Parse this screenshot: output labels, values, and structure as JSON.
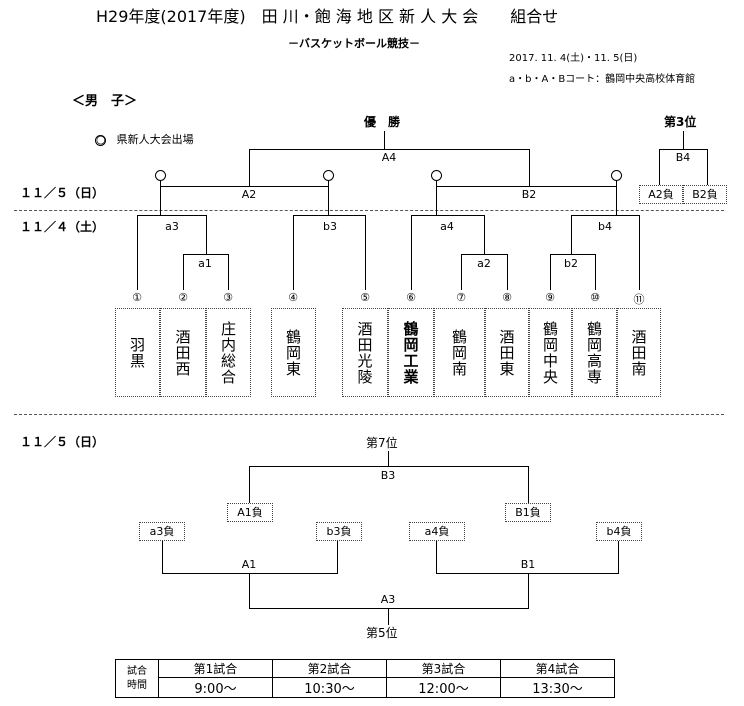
{
  "header": {
    "title": "H29年度(2017年度)　田 川・飽 海 地 区 新 人 大 会　　組合せ",
    "subtitle": "－バスケットボール競技－",
    "dates": "2017. 11. 4(土)・11. 5(日)",
    "venue": "a・b・A・Bコート：鶴岡中央高校体育館"
  },
  "section": "＜男　子＞",
  "legend": "○　県新人大会出場",
  "days": {
    "day1": "１１／５（日）",
    "day2": "１１／４（土）",
    "day3": "１１／５（日）"
  },
  "bracket": {
    "winner": "優　勝",
    "third": "第3位",
    "final": "A4",
    "semi_left": "A2",
    "semi_right": "B2",
    "third_match": "B4",
    "third_left": "A2負",
    "third_right": "B2負",
    "matches": {
      "a3": "a3",
      "a1": "a1",
      "b3": "b3",
      "a4": "a4",
      "a2": "a2",
      "b4": "b4",
      "b2": "b2"
    }
  },
  "teams": [
    {
      "num": "①",
      "name": "羽黒"
    },
    {
      "num": "②",
      "name": "酒田西"
    },
    {
      "num": "③",
      "name": "庄内総合"
    },
    {
      "num": "④",
      "name": "鶴岡東"
    },
    {
      "num": "⑤",
      "name": "酒田光陵"
    },
    {
      "num": "⑥",
      "name": "鶴岡工業"
    },
    {
      "num": "⑦",
      "name": "鶴岡南"
    },
    {
      "num": "⑧",
      "name": "酒田東"
    },
    {
      "num": "⑨",
      "name": "鶴岡中央"
    },
    {
      "num": "⑩",
      "name": "鶴岡高専"
    },
    {
      "num": "⑪",
      "name": "酒田南"
    }
  ],
  "consolation": {
    "seventh": "第7位",
    "b3": "B3",
    "a1_loser": "A1負",
    "b1_loser": "B1負",
    "a3_loser": "a3負",
    "b3_loser": "b3負",
    "a4_loser": "a4負",
    "b4_loser": "b4負",
    "a1": "A1",
    "b1": "B1",
    "a3": "A3",
    "fifth": "第5位"
  },
  "schedule": {
    "row_label1": "試合",
    "row_label2": "時間",
    "games": [
      "第1試合",
      "第2試合",
      "第3試合",
      "第4試合"
    ],
    "times": [
      "9:00〜",
      "10:30〜",
      "12:00〜",
      "13:30〜"
    ]
  }
}
